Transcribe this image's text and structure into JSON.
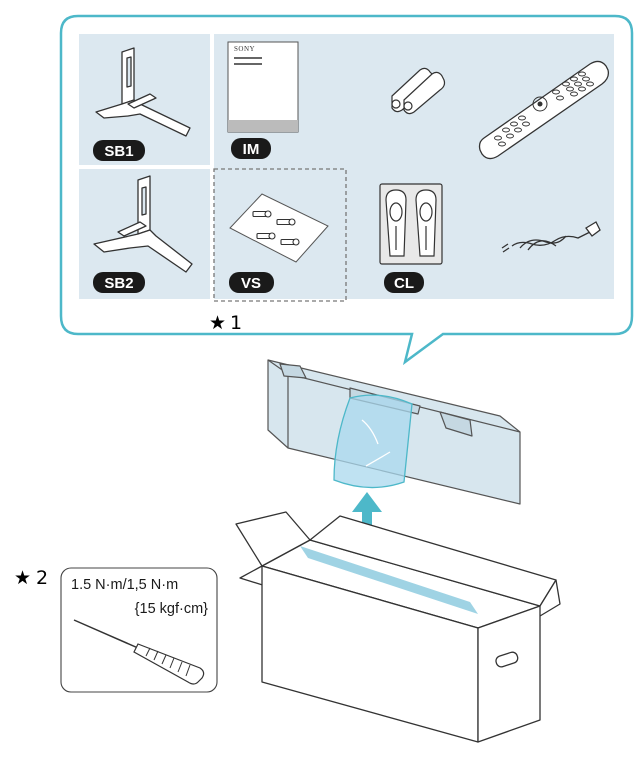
{
  "colors": {
    "accent": "#4db8c9",
    "panel_fill": "#dce8f0",
    "cell_fill": "#d5e4ee",
    "badge": "#1a1a1a"
  },
  "parts": {
    "sb1": "SB1",
    "im": "IM",
    "sb2": "SB2",
    "vs": "VS",
    "cl": "CL"
  },
  "manual_brand": "SONY",
  "footnote_1": "1",
  "footnote_2": "2",
  "star_symbol": "★",
  "screwdriver_spec": {
    "line1": "1.5 N·m/1,5 N·m",
    "line2": "{15 kgf·cm}"
  }
}
